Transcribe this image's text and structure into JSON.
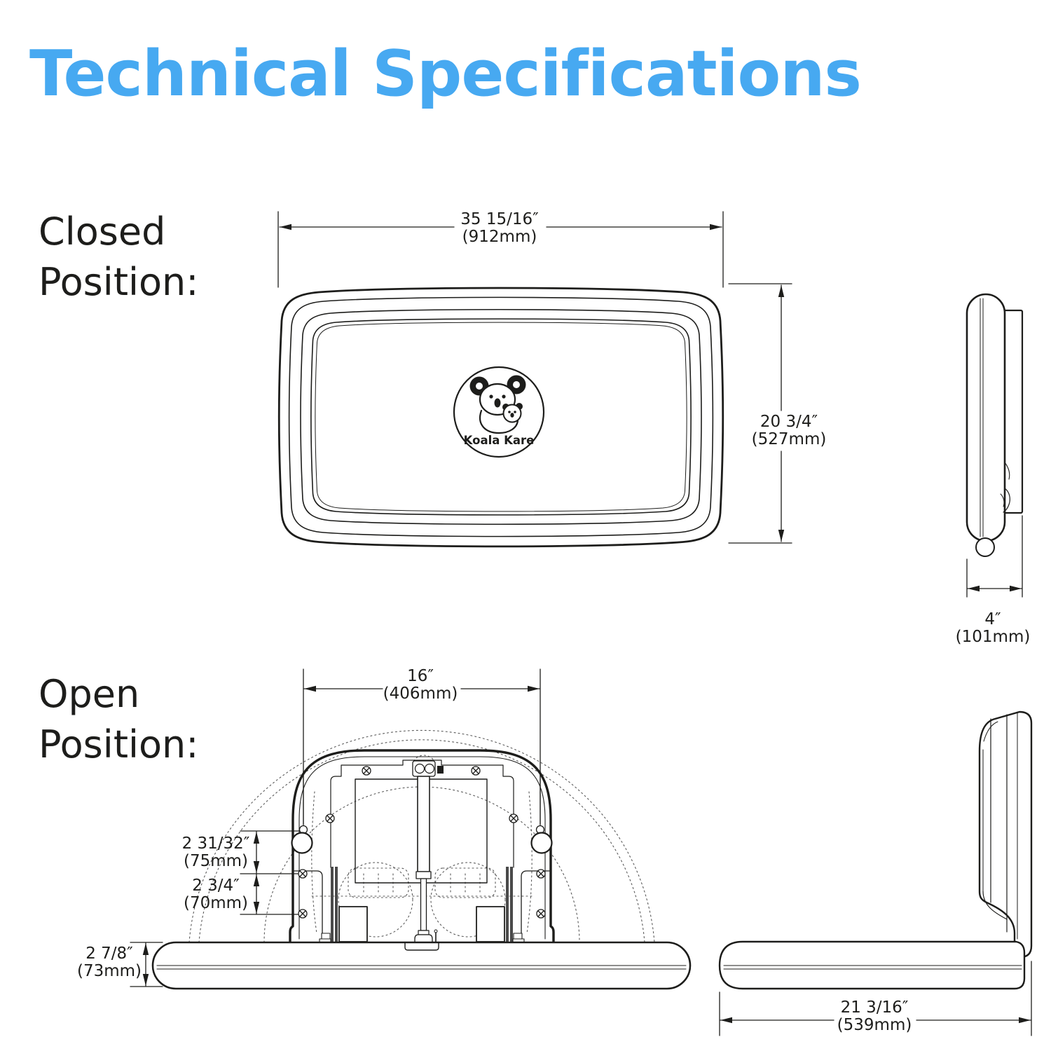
{
  "title": {
    "text": "Technical Specifications",
    "color": "#47a9f1"
  },
  "sections": {
    "closed": {
      "line1": "Closed",
      "line2": "Position:"
    },
    "open": {
      "line1": "Open",
      "line2": "Position:"
    }
  },
  "logo": {
    "brand": "Koala Kare"
  },
  "dimensions": {
    "closed_width": {
      "inches": "35 15/16″",
      "metric": "(912mm)"
    },
    "closed_height": {
      "inches": "20 3/4″",
      "metric": "(527mm)"
    },
    "closed_depth": {
      "inches": "4″",
      "metric": "(101mm)"
    },
    "open_hook_spacing": {
      "inches": "16″",
      "metric": "(406mm)"
    },
    "open_hook_to_bracket": {
      "inches": "2 31/32″",
      "metric": "(75mm)"
    },
    "open_bracket_gap": {
      "inches": "2 3/4″",
      "metric": "(70mm)"
    },
    "open_tray_thickness": {
      "inches": "2 7/8″",
      "metric": "(73mm)"
    },
    "open_depth": {
      "inches": "21 3/16″",
      "metric": "(539mm)"
    }
  },
  "colors": {
    "line": "#1d1d1b",
    "dotted": "#5a5a5a",
    "accent": "#47a9f1"
  }
}
